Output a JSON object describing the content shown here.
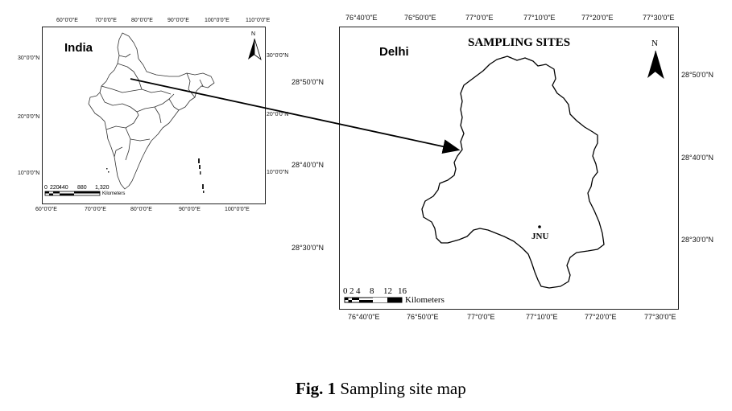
{
  "india_map": {
    "label": "India",
    "north": "N",
    "top_ticks": [
      "60°0'0\"E",
      "70°0'0\"E",
      "80°0'0\"E",
      "90°0'0\"E",
      "100°0'0\"E",
      "110°0'0\"E"
    ],
    "bottom_ticks": [
      "60°0'0\"E",
      "70°0'0\"E",
      "80°0'0\"E",
      "90°0'0\"E",
      "100°0'0\"E"
    ],
    "left_ticks": [
      "30°0'0\"N",
      "20°0'0\"N",
      "10°0'0\"N"
    ],
    "right_ticks": [
      "30°0'0\"N",
      "20°0'0\"N",
      "10°0'0\"N"
    ],
    "scale_numbers": [
      "0",
      "220",
      "440",
      "880",
      "1,320"
    ],
    "scale_unit": "Kilometers"
  },
  "delhi_map": {
    "label": "Delhi",
    "title": "SAMPLING SITES",
    "north": "N",
    "site_label": "JNU",
    "top_ticks": [
      "76°40'0\"E",
      "76°50'0\"E",
      "77°0'0\"E",
      "77°10'0\"E",
      "77°20'0\"E",
      "77°30'0\"E"
    ],
    "bottom_ticks": [
      "76°40'0\"E",
      "76°50'0\"E",
      "77°0'0\"E",
      "77°10'0\"E",
      "77°20'0\"E",
      "77°30'0\"E"
    ],
    "left_ticks": [
      "28°50'0\"N",
      "28°40'0\"N",
      "28°30'0\"N"
    ],
    "right_ticks": [
      "28°50'0\"N",
      "28°40'0\"N",
      "28°30'0\"N"
    ],
    "scale_numbers": [
      "0",
      "2",
      "4",
      "8",
      "12",
      "16"
    ],
    "scale_unit": "Kilometers"
  },
  "caption": {
    "prefix": "Fig. 1",
    "text": " Sampling site map"
  }
}
